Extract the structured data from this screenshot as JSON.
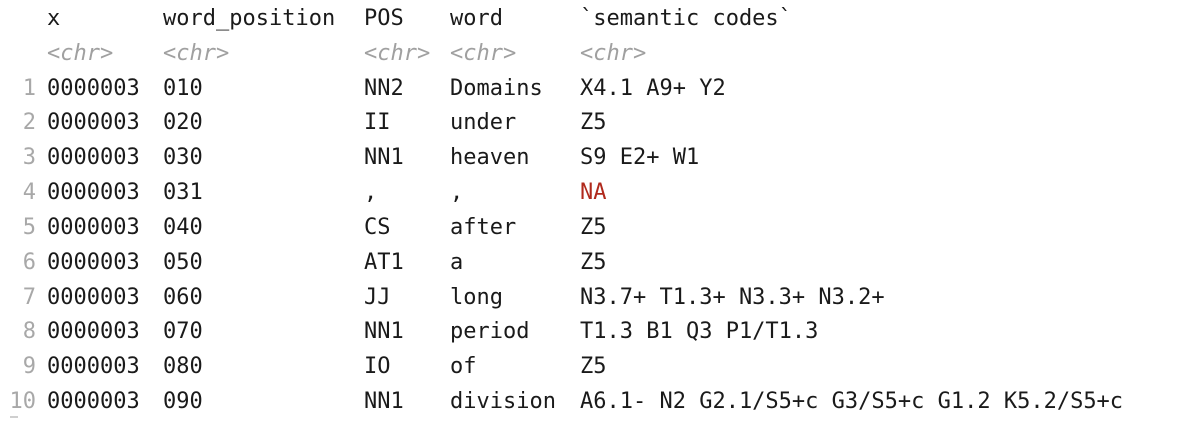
{
  "header": {
    "columns": [
      "x",
      "word_position",
      "POS",
      "word",
      "`semantic codes`"
    ],
    "types": [
      "<chr>",
      "<chr>",
      "<chr>",
      "<chr>",
      "<chr>"
    ]
  },
  "rows": [
    {
      "n": "1",
      "x": "0000003",
      "word_position": "010",
      "POS": "NN2",
      "word": "Domains",
      "semantic_codes": "X4.1 A9+ Y2"
    },
    {
      "n": "2",
      "x": "0000003",
      "word_position": "020",
      "POS": "II",
      "word": "under",
      "semantic_codes": "Z5"
    },
    {
      "n": "3",
      "x": "0000003",
      "word_position": "030",
      "POS": "NN1",
      "word": "heaven",
      "semantic_codes": "S9 E2+ W1"
    },
    {
      "n": "4",
      "x": "0000003",
      "word_position": "031",
      "POS": ",",
      "word": ",",
      "semantic_codes": "NA"
    },
    {
      "n": "5",
      "x": "0000003",
      "word_position": "040",
      "POS": "CS",
      "word": "after",
      "semantic_codes": "Z5"
    },
    {
      "n": "6",
      "x": "0000003",
      "word_position": "050",
      "POS": "AT1",
      "word": "a",
      "semantic_codes": "Z5"
    },
    {
      "n": "7",
      "x": "0000003",
      "word_position": "060",
      "POS": "JJ",
      "word": "long",
      "semantic_codes": "N3.7+ T1.3+ N3.3+ N3.2+"
    },
    {
      "n": "8",
      "x": "0000003",
      "word_position": "070",
      "POS": "NN1",
      "word": "period",
      "semantic_codes": "T1.3 B1 Q3 P1/T1.3"
    },
    {
      "n": "9",
      "x": "0000003",
      "word_position": "080",
      "POS": "IO",
      "word": "of",
      "semantic_codes": "Z5"
    },
    {
      "n": "10",
      "x": "0000003",
      "word_position": "090",
      "POS": "NN1",
      "word": "division",
      "semantic_codes": "A6.1- N2 G2.1/S5+c G3/S5+c G1.2 K5.2/S5+c"
    }
  ],
  "colors": {
    "na": "#b0291c",
    "type_label": "#a0a0a0",
    "row_number": "#a8a8a8",
    "text": "#1a1a1a"
  }
}
